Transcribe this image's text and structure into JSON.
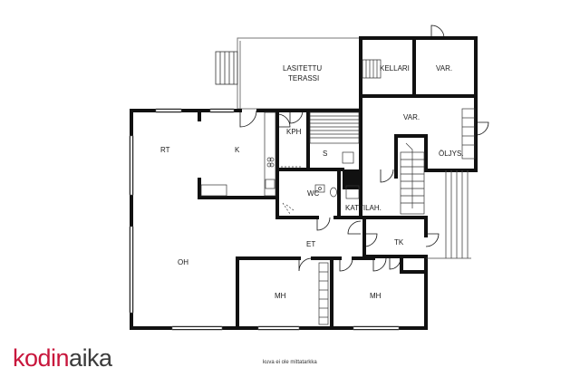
{
  "rooms": {
    "lasitettu_terassi": [
      "LASITETTU",
      "TERASSI"
    ],
    "kellari": "KELLARI",
    "var_top": "VAR.",
    "var_mid": "VAR.",
    "oljys": "ÖLJYS.",
    "kph": "KPH",
    "s": "S",
    "rt": "RT",
    "k": "K",
    "wc": "WC",
    "kattilah": "KATTILAH.",
    "oh": "OH",
    "et": "ET",
    "tk": "TK",
    "mh1": "MH",
    "mh2": "MH"
  },
  "brand": {
    "part1": "kodin",
    "part2": "aika",
    "color_accent": "#c8163c",
    "color_dark": "#3b3b3b"
  },
  "disclaimer": "kuva ei ole mittatarkka",
  "colors": {
    "wall": "#111111",
    "thin_line": "#555555",
    "stair_fill": "#ffffff"
  }
}
